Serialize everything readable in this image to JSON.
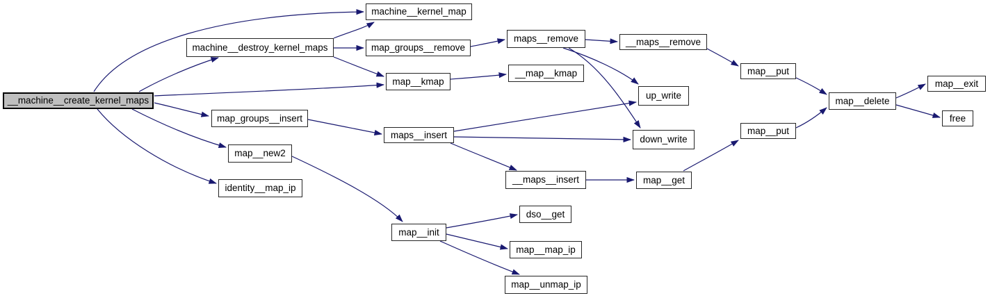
{
  "graph": {
    "kind": "call-graph",
    "colors": {
      "background": "#ffffff",
      "edge": "#191970",
      "node_fill": "#ffffff",
      "node_border": "#242424",
      "focus_node_fill": "#bfbfbf",
      "text": "#000000"
    },
    "nodes": {
      "machine_create": {
        "label": "__machine__create_kernel_maps",
        "focus": true
      },
      "machine_destroy": {
        "label": "machine__destroy_kernel_maps"
      },
      "machine_kernel_map": {
        "label": "machine__kernel_map"
      },
      "map_groups_remove": {
        "label": "map_groups__remove"
      },
      "maps_remove": {
        "label": "maps__remove"
      },
      "maps_remove_impl": {
        "label": "__maps__remove"
      },
      "map_put_1": {
        "label": "map__put"
      },
      "map_kmap": {
        "label": "map__kmap"
      },
      "map_kmap_impl": {
        "label": "__map__kmap"
      },
      "up_write": {
        "label": "up_write"
      },
      "down_write": {
        "label": "down_write"
      },
      "map_put_2": {
        "label": "map__put"
      },
      "map_delete": {
        "label": "map__delete"
      },
      "map_exit": {
        "label": "map__exit"
      },
      "free_fn": {
        "label": "free"
      },
      "map_groups_insert": {
        "label": "map_groups__insert"
      },
      "maps_insert": {
        "label": "maps__insert"
      },
      "maps_insert_impl": {
        "label": "__maps__insert"
      },
      "map_get": {
        "label": "map__get"
      },
      "map_new2": {
        "label": "map__new2"
      },
      "identity_map_ip": {
        "label": "identity__map_ip"
      },
      "map_init": {
        "label": "map__init"
      },
      "dso_get": {
        "label": "dso__get"
      },
      "map_map_ip": {
        "label": "map__map_ip"
      },
      "map_unmap_ip": {
        "label": "map__unmap_ip"
      }
    },
    "edges": [
      {
        "from": "machine_create",
        "to": "machine_kernel_map"
      },
      {
        "from": "machine_create",
        "to": "machine_destroy"
      },
      {
        "from": "machine_create",
        "to": "map_kmap"
      },
      {
        "from": "machine_create",
        "to": "map_groups_insert"
      },
      {
        "from": "machine_create",
        "to": "map_new2"
      },
      {
        "from": "machine_create",
        "to": "identity_map_ip"
      },
      {
        "from": "machine_destroy",
        "to": "machine_kernel_map"
      },
      {
        "from": "machine_destroy",
        "to": "map_groups_remove"
      },
      {
        "from": "machine_destroy",
        "to": "map_kmap"
      },
      {
        "from": "map_groups_remove",
        "to": "maps_remove"
      },
      {
        "from": "maps_remove",
        "to": "maps_remove_impl"
      },
      {
        "from": "maps_remove",
        "to": "up_write"
      },
      {
        "from": "maps_remove",
        "to": "down_write"
      },
      {
        "from": "map_kmap",
        "to": "map_kmap_impl"
      },
      {
        "from": "map_groups_insert",
        "to": "maps_insert"
      },
      {
        "from": "maps_insert",
        "to": "up_write"
      },
      {
        "from": "maps_insert",
        "to": "down_write"
      },
      {
        "from": "maps_insert",
        "to": "maps_insert_impl"
      },
      {
        "from": "maps_insert_impl",
        "to": "map_get"
      },
      {
        "from": "map_get",
        "to": "map_put_2"
      },
      {
        "from": "maps_remove_impl",
        "to": "map_put_1"
      },
      {
        "from": "map_put_1",
        "to": "map_delete"
      },
      {
        "from": "map_put_2",
        "to": "map_delete"
      },
      {
        "from": "map_delete",
        "to": "map_exit"
      },
      {
        "from": "map_delete",
        "to": "free_fn"
      },
      {
        "from": "map_new2",
        "to": "map_init"
      },
      {
        "from": "map_init",
        "to": "dso_get"
      },
      {
        "from": "map_init",
        "to": "map_map_ip"
      },
      {
        "from": "map_init",
        "to": "map_unmap_ip"
      }
    ]
  }
}
